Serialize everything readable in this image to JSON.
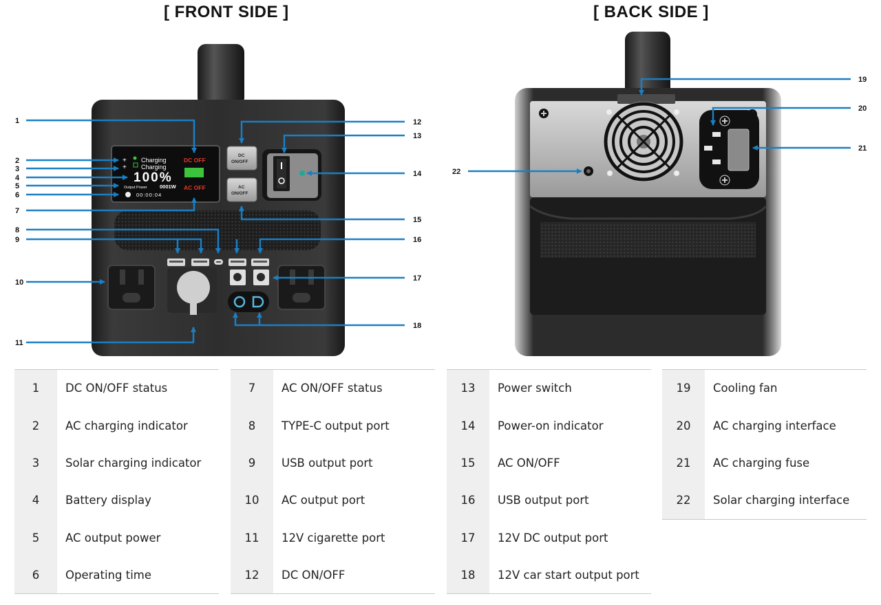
{
  "titles": {
    "front": "[ FRONT SIDE ]",
    "back": "[ BACK SIDE ]"
  },
  "colors": {
    "callout": "#1a7fc4",
    "body_dark": "#2a2a2a",
    "lcd_charging_green": "#3cc43c",
    "lcd_off_red": "#e03a2a",
    "power_indicator": "#1fa89a"
  },
  "lcd": {
    "line1": "Charging",
    "line2": "Charging",
    "percent": "100%",
    "output_label": "Output Power",
    "output_value": "0001W",
    "time": "00:00:04",
    "dc_status": "DC OFF",
    "ac_status": "AC OFF"
  },
  "buttons": {
    "dc_line1": "DC",
    "dc_line2": "ON/OFF",
    "ac_line1": "AC",
    "ac_line2": "ON/OFF"
  },
  "callouts": [
    "1",
    "2",
    "3",
    "4",
    "5",
    "6",
    "7",
    "8",
    "9",
    "10",
    "11",
    "12",
    "13",
    "14",
    "15",
    "16",
    "17",
    "18",
    "19",
    "20",
    "21",
    "22"
  ],
  "legend": [
    [
      {
        "num": "1",
        "label": "DC ON/OFF status"
      },
      {
        "num": "2",
        "label": "AC charging indicator"
      },
      {
        "num": "3",
        "label": "Solar charging indicator"
      },
      {
        "num": "4",
        "label": "Battery display"
      },
      {
        "num": "5",
        "label": "AC output power"
      },
      {
        "num": "6",
        "label": "Operating time"
      }
    ],
    [
      {
        "num": "7",
        "label": "AC ON/OFF status"
      },
      {
        "num": "8",
        "label": "TYPE-C output port"
      },
      {
        "num": "9",
        "label": "USB output port"
      },
      {
        "num": "10",
        "label": "AC output port"
      },
      {
        "num": "11",
        "label": "12V cigarette port"
      },
      {
        "num": "12",
        "label": "DC ON/OFF"
      }
    ],
    [
      {
        "num": "13",
        "label": "Power switch"
      },
      {
        "num": "14",
        "label": "Power-on indicator"
      },
      {
        "num": "15",
        "label": "AC ON/OFF"
      },
      {
        "num": "16",
        "label": "USB output port"
      },
      {
        "num": "17",
        "label": "12V DC output port"
      },
      {
        "num": "18",
        "label": "12V car start output port"
      }
    ],
    [
      {
        "num": "19",
        "label": "Cooling fan"
      },
      {
        "num": "20",
        "label": "AC charging interface"
      },
      {
        "num": "21",
        "label": "AC charging fuse"
      },
      {
        "num": "22",
        "label": "Solar charging interface"
      }
    ]
  ]
}
